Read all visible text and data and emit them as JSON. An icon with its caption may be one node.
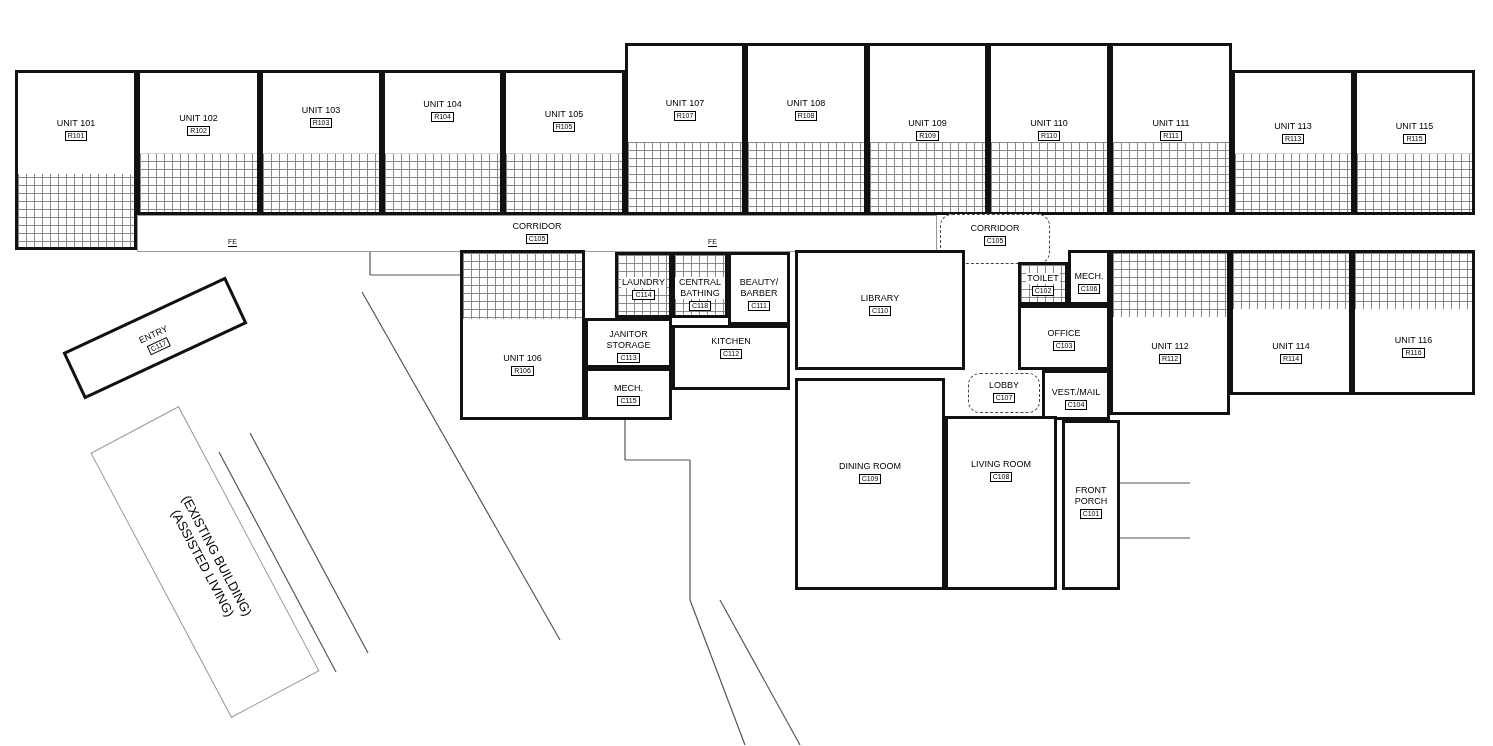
{
  "diagram": {
    "nodes": [
      {
        "text": [
          "UNIT 101",
          "R101"
        ]
      },
      {
        "text": [
          "UNIT 102",
          "R102"
        ]
      },
      {
        "text": [
          "UNIT 103",
          "R103"
        ]
      },
      {
        "text": [
          "UNIT 104",
          "R104"
        ]
      },
      {
        "text": [
          "UNIT 105",
          "R105"
        ]
      },
      {
        "text": [
          "UNIT 107",
          "R107"
        ]
      },
      {
        "text": [
          "UNIT 108",
          "R108"
        ]
      },
      {
        "text": [
          "UNIT 109",
          "R109"
        ]
      },
      {
        "text": [
          "UNIT 110",
          "R110"
        ]
      },
      {
        "text": [
          "UNIT 111",
          "R111"
        ]
      },
      {
        "text": [
          "UNIT 113",
          "R113"
        ]
      },
      {
        "text": [
          "UNIT 115",
          "R115"
        ]
      },
      {
        "text": [
          "CORRIDOR",
          "C105"
        ]
      },
      {
        "text": [
          "CORRIDOR",
          "C105"
        ]
      },
      {
        "text": [
          "LAUNDRY",
          "C114"
        ]
      },
      {
        "text": [
          "CENTRAL BATHING",
          "C118"
        ]
      },
      {
        "text": [
          "BEAUTY/ BARBER",
          "C111"
        ]
      },
      {
        "text": [
          "LIBRARY",
          "C110"
        ]
      },
      {
        "text": [
          "TOILET",
          "C102"
        ]
      },
      {
        "text": [
          "MECH.",
          "C106"
        ]
      },
      {
        "text": [
          "ENTRY",
          "C117"
        ]
      },
      {
        "text": [
          "JANITOR STORAGE",
          "C113"
        ]
      },
      {
        "text": [
          "KITCHEN",
          "C112"
        ]
      },
      {
        "text": [
          "OFFICE",
          "C103"
        ]
      },
      {
        "text": [
          "UNIT 112",
          "R112"
        ]
      },
      {
        "text": [
          "UNIT 114",
          "R114"
        ]
      },
      {
        "text": [
          "UNIT 116",
          "R116"
        ]
      },
      {
        "text": [
          "UNIT 106",
          "R106"
        ]
      },
      {
        "text": [
          "LOBBY",
          "C107"
        ]
      },
      {
        "text": [
          "VEST./MAIL",
          "C104"
        ]
      },
      {
        "text": [
          "MECH.",
          "C115"
        ]
      },
      {
        "text": [
          "DINING ROOM",
          "C109"
        ]
      },
      {
        "text": [
          "LIVING ROOM",
          "C108"
        ]
      },
      {
        "text": [
          "FRONT PORCH",
          "C101"
        ]
      },
      {
        "text": [
          "(EXISTING BUILDING)",
          "(ASSISTED LIVING)"
        ]
      }
    ],
    "labels": [
      "FE",
      "FE"
    ]
  }
}
